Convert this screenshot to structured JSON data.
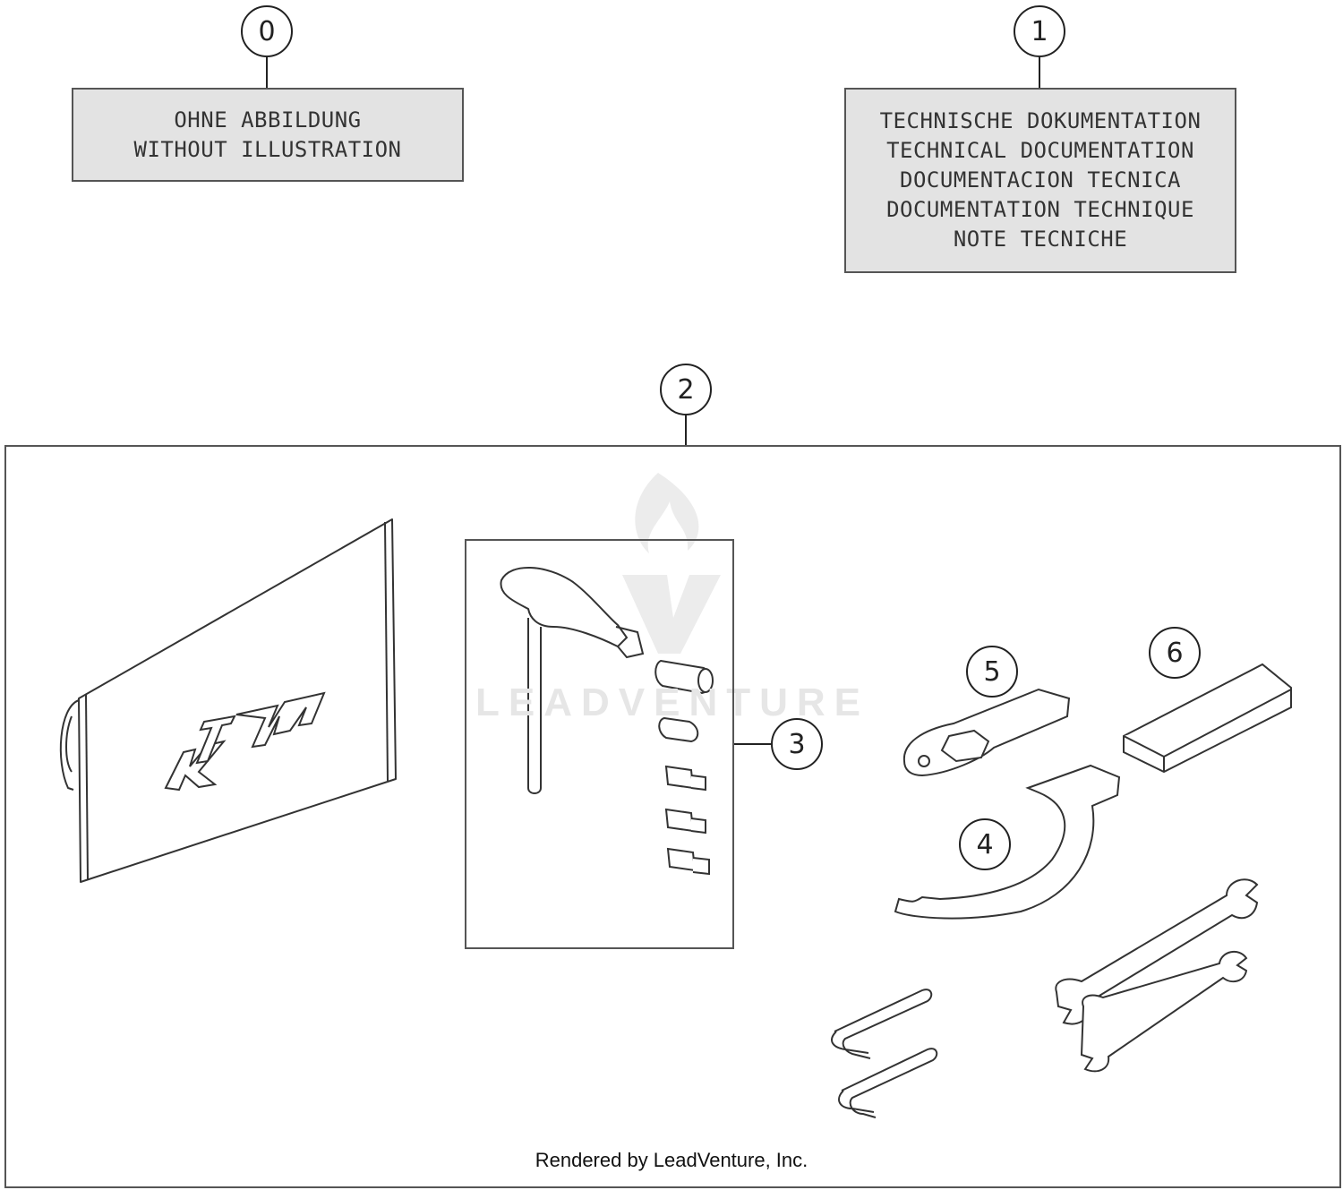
{
  "callouts": {
    "c0": "0",
    "c1": "1",
    "c2": "2",
    "c3": "3",
    "c4": "4",
    "c5": "5",
    "c6": "6"
  },
  "box0": {
    "lines": [
      "OHNE ABBILDUNG",
      "WITHOUT ILLUSTRATION"
    ]
  },
  "box1": {
    "lines": [
      "TECHNISCHE DOKUMENTATION",
      "TECHNICAL DOCUMENTATION",
      "DOCUMENTACION TECNICA",
      "DOCUMENTATION TECHNIQUE",
      "NOTE TECNICHE"
    ]
  },
  "logo_text": "KTM",
  "watermark": "LEADVENTURE",
  "footer": "Rendered by LeadVenture, Inc.",
  "colors": {
    "line": "#222222",
    "label_bg": "#e3e3e3",
    "watermark": "#e6e6e6"
  }
}
